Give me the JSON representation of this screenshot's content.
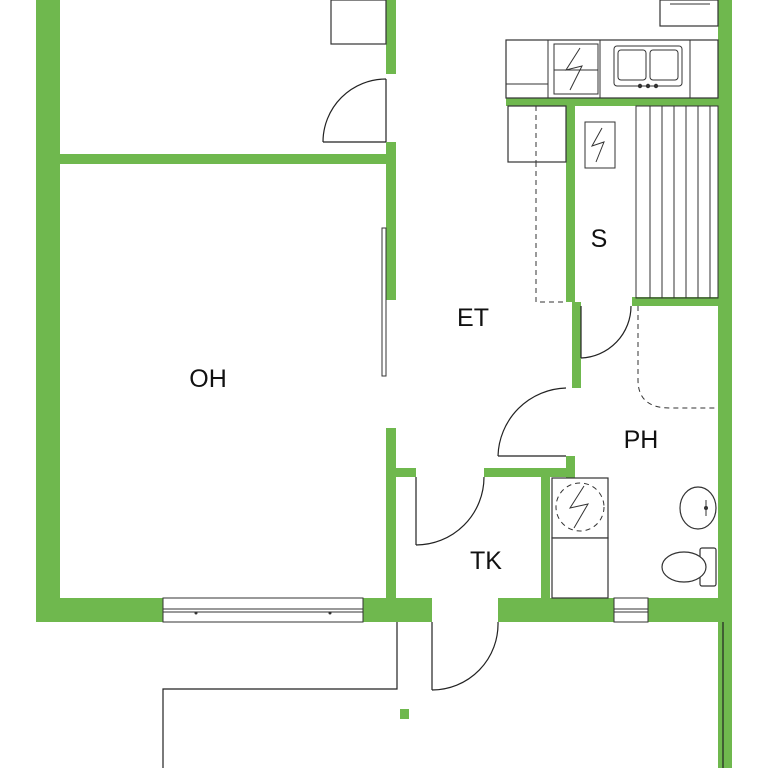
{
  "colors": {
    "wall": "#6fb84e",
    "line": "#222222",
    "background": "#ffffff"
  },
  "rooms": [
    {
      "key": "living_room",
      "label": "OH"
    },
    {
      "key": "entrance_hall",
      "label": "ET"
    },
    {
      "key": "sauna",
      "label": "S"
    },
    {
      "key": "bathroom",
      "label": "PH"
    },
    {
      "key": "utility_room",
      "label": "TK"
    }
  ],
  "icons": [
    "electric-stove-icon",
    "kitchen-sink-icon",
    "sauna-heater-icon",
    "washing-machine-icon",
    "washbasin-icon",
    "toilet-icon"
  ]
}
